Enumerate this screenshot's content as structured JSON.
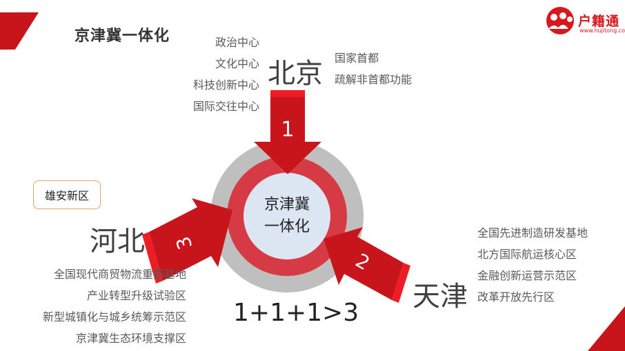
{
  "title": "京津冀一体化",
  "logo": {
    "brand": "户籍通",
    "url": "www.hujitong.com",
    "color": "#d7191e"
  },
  "colors": {
    "accent": "#c8151b",
    "ring": "#d63a45",
    "outer": "#bfbfbf",
    "core": "#dce6f2"
  },
  "center": {
    "line1": "京津冀",
    "line2": "一体化"
  },
  "beijing": {
    "name": "北京",
    "left_items": [
      "政治中心",
      "文化中心",
      "科技创新中心",
      "国际交往中心"
    ],
    "right_items": [
      "国家首都",
      "疏解非首都功能"
    ],
    "arrow_label": "1"
  },
  "hebei": {
    "name": "河北",
    "badge": "雄安新区",
    "items": [
      "全国现代商贸物流重要基地",
      "产业转型升级试验区",
      "新型城镇化与城乡统筹示范区",
      "京津冀生态环境支撑区"
    ],
    "arrow_label": "3"
  },
  "tianjin": {
    "name": "天津",
    "items": [
      "全国先进制造研发基地",
      "北方国际航运核心区",
      "金融创新运营示范区",
      "改革开放先行区"
    ],
    "arrow_label": "2"
  },
  "formula": "1+1+1>3"
}
